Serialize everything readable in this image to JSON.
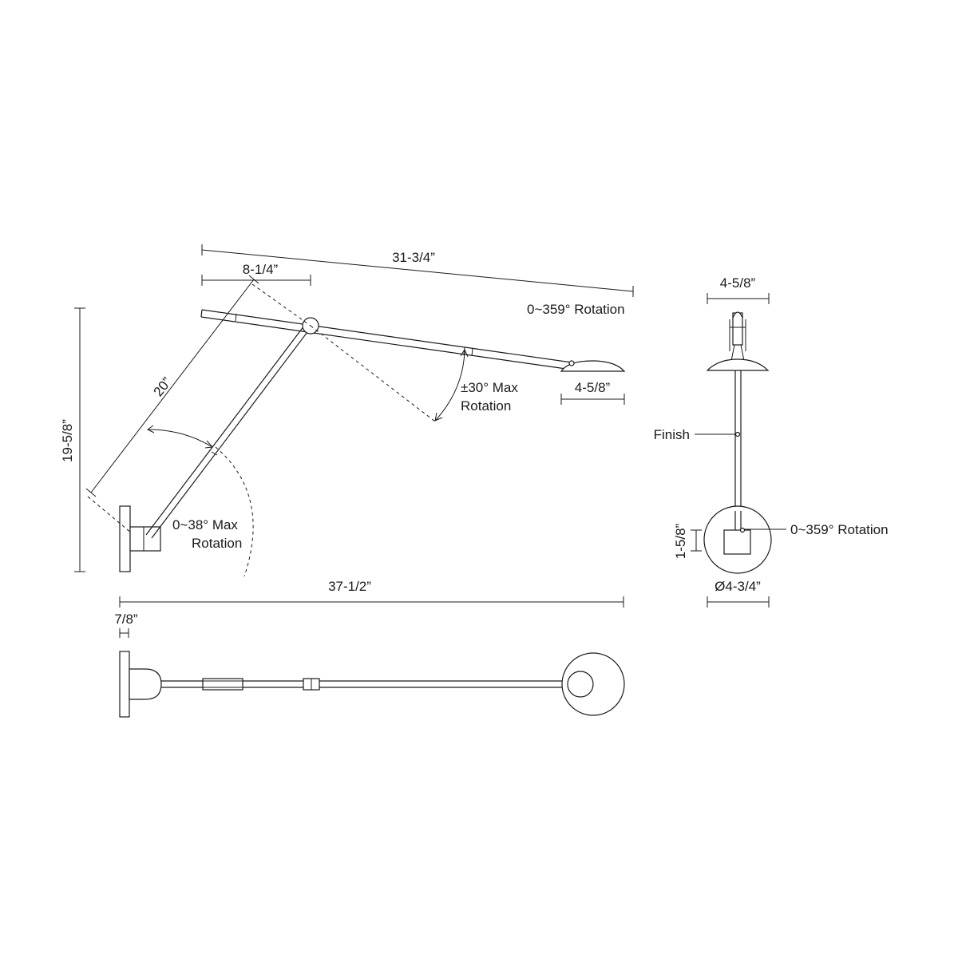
{
  "labels": {
    "overall_reach": "31-3/4”",
    "pivot_offset": "8-1/4”",
    "lower_arm": "20”",
    "height": "19-5/8”",
    "head_rotation": "0~359° Rotation",
    "arm_tilt_line1": "±30° Max",
    "arm_tilt_line2": "Rotation",
    "shade_width_side": "4-5/8”",
    "base_tilt_line1": "0~38° Max",
    "base_tilt_line2": "Rotation",
    "total_length": "37-1/2”",
    "backplate_depth": "7/8”",
    "shade_width_front": "4-5/8”",
    "finish": "Finish",
    "canopy_rotation": "0~359° Rotation",
    "mount_height": "1-5/8”",
    "canopy_diameter": "Ø4-3/4”"
  }
}
